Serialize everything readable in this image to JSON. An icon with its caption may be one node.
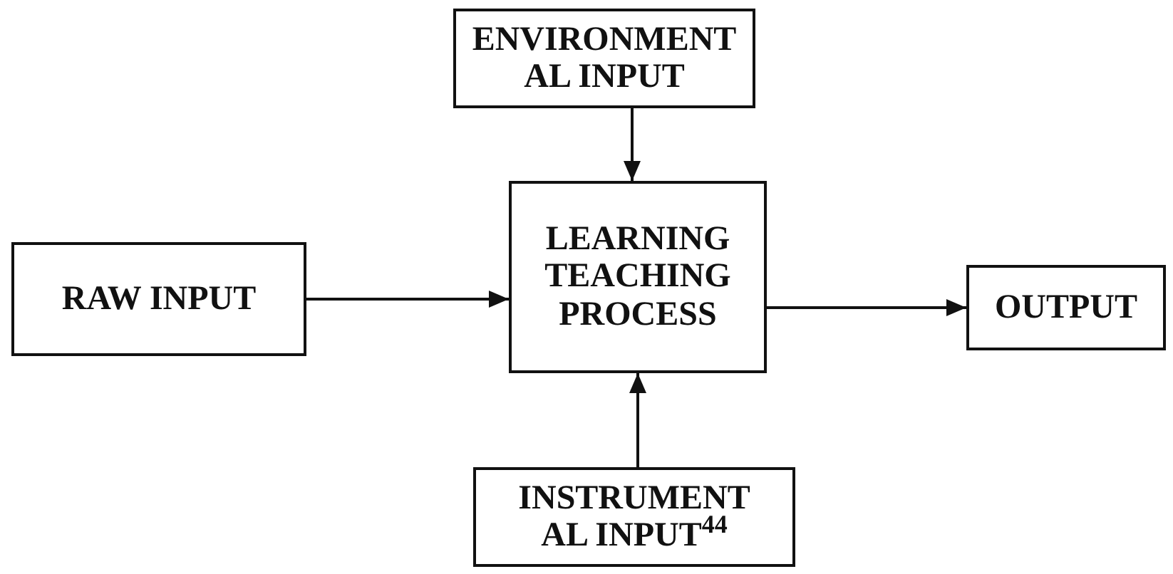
{
  "diagram": {
    "nodes": [
      {
        "text": [
          "ENVIRONMENT AL INPUT"
        ]
      },
      {
        "text": [
          "RAW INPUT"
        ]
      },
      {
        "text": [
          "LEARNING TEACHING PROCESS"
        ]
      },
      {
        "text": [
          "OUTPUT"
        ]
      },
      {
        "text": [
          "INSTRUMENT AL INPUT$^{44}$"
        ]
      }
    ],
    "edges": [
      {
        "from": 0,
        "to": 2,
        "arrow": "to"
      },
      {
        "from": 1,
        "to": 2,
        "arrow": "to"
      },
      {
        "from": 2,
        "to": 3,
        "arrow": "to"
      },
      {
        "from": 4,
        "to": 2,
        "arrow": "to"
      }
    ]
  }
}
